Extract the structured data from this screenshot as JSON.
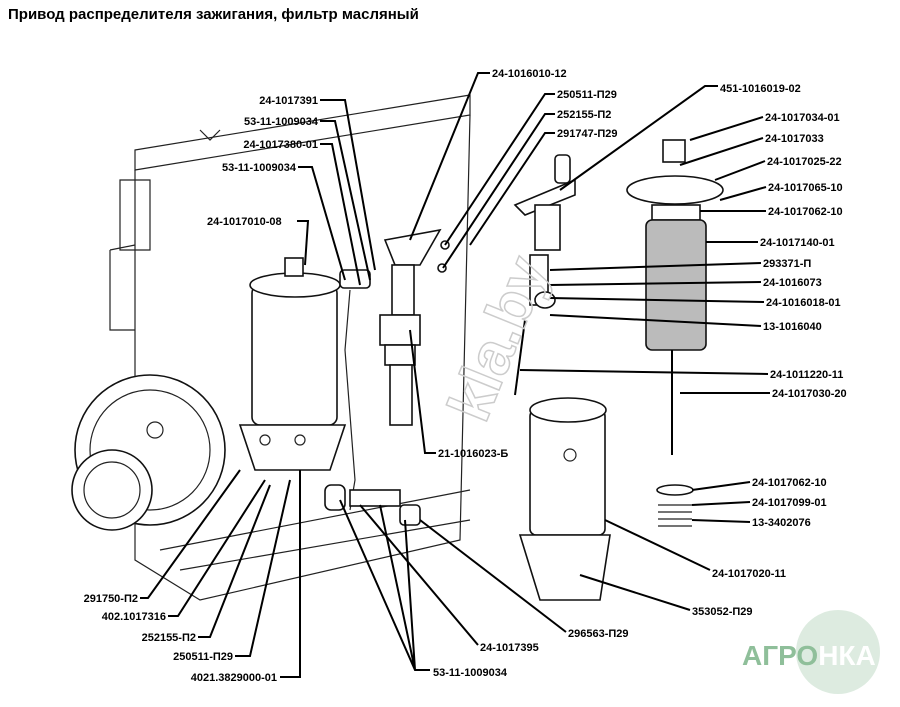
{
  "title": "Привод распределителя зажигания, фильтр масляный",
  "labels": {
    "l1": "24-1016010-12",
    "l2": "250511-П29",
    "l3": "252155-П2",
    "l4": "291747-П29",
    "l5": "24-1017391",
    "l6": "53-11-1009034",
    "l7": "24-1017380-01",
    "l8": "53-11-1009034",
    "l9": "24-1017010-08",
    "l10": "451-1016019-02",
    "l11": "24-1017034-01",
    "l12": "24-1017033",
    "l13": "24-1017025-22",
    "l14": "24-1017065-10",
    "l15": "24-1017062-10",
    "l16": "24-1017140-01",
    "l17": "293371-П",
    "l18": "24-1016073",
    "l19": "24-1016018-01",
    "l20": "13-1016040",
    "l21": "24-1011220-11",
    "l22": "24-1017030-20",
    "l23": "21-1016023-Б",
    "l24": "24-1017062-10",
    "l25": "24-1017099-01",
    "l26": "13-3402076",
    "l27": "24-1017020-11",
    "l28": "353052-П29",
    "l29": "296563-П29",
    "l30": "24-1017395",
    "l31": "53-11-1009034",
    "l32": "291750-П2",
    "l33": "402.1017316",
    "l34": "252155-П2",
    "l35": "250511-П29",
    "l36": "4021.3829000-01"
  },
  "logo": {
    "text": "АГРОНКА",
    "color": "#8fbf9a"
  },
  "watermark": "kla.by"
}
